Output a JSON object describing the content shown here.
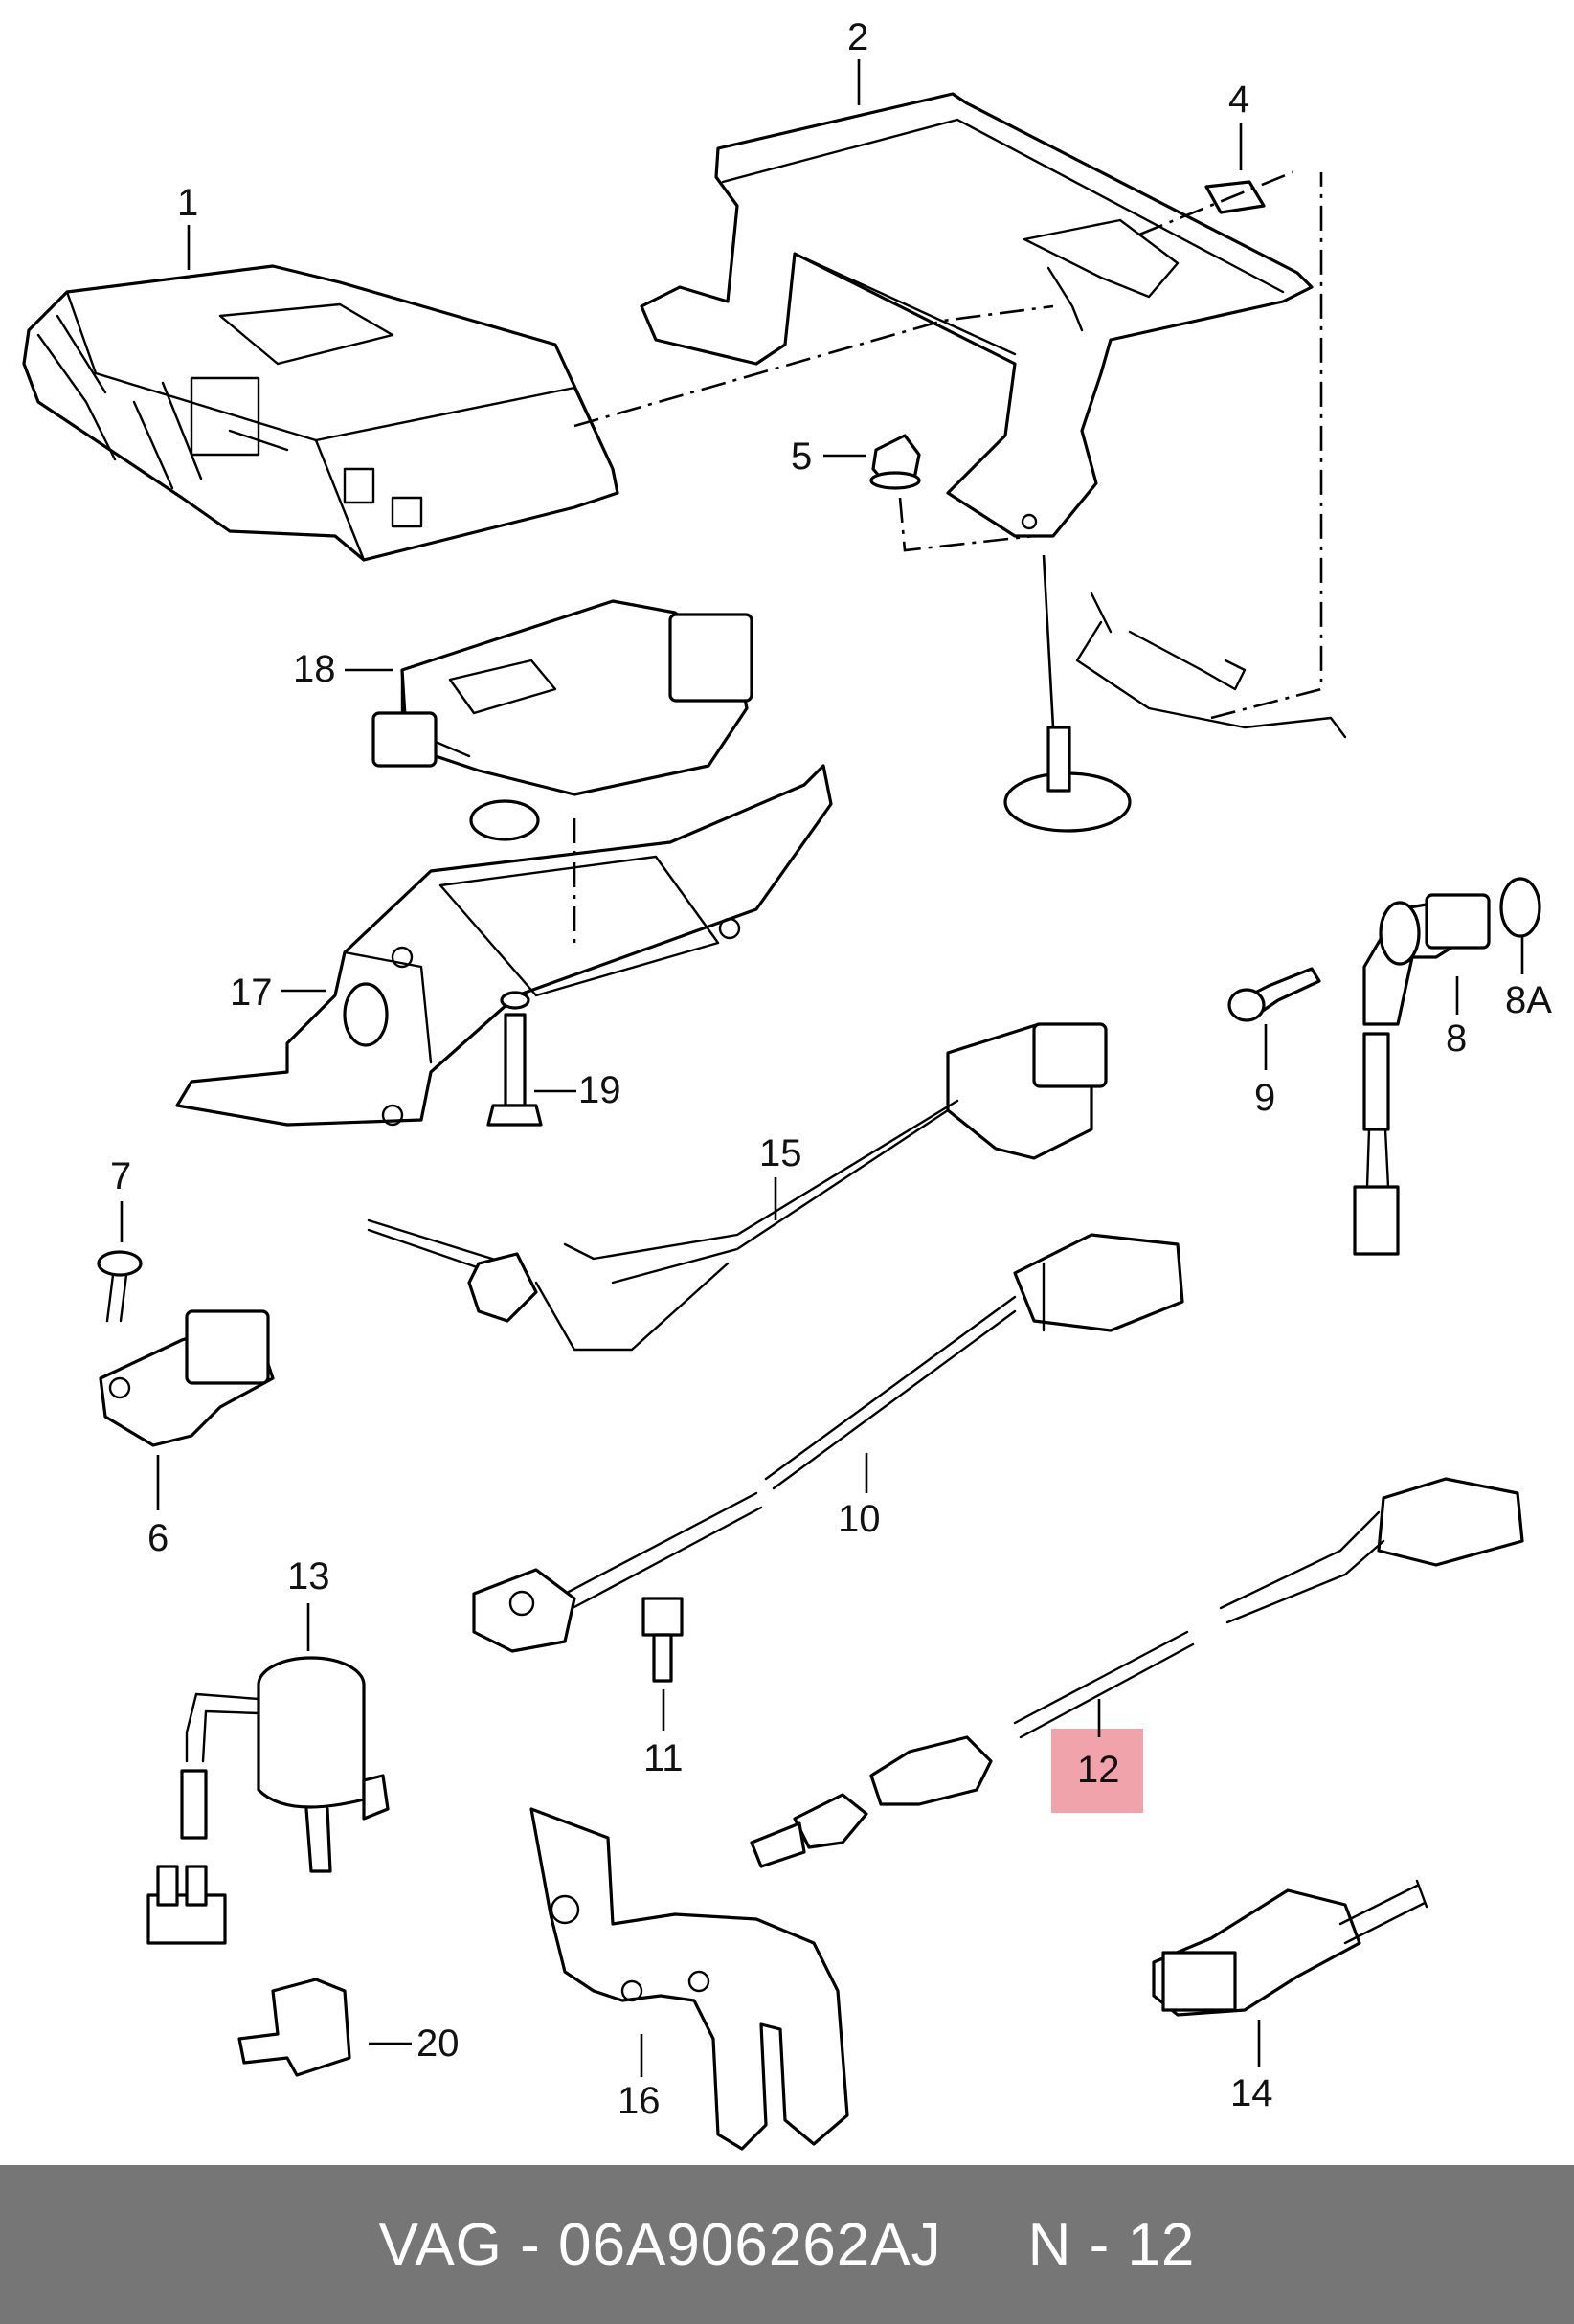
{
  "diagram": {
    "callouts": {
      "c1": "1",
      "c2": "2",
      "c4": "4",
      "c5": "5",
      "c6": "6",
      "c7": "7",
      "c8": "8",
      "c8a": "8A",
      "c9": "9",
      "c10": "10",
      "c11": "11",
      "c12": "12",
      "c13": "13",
      "c14": "14",
      "c15": "15",
      "c16": "16",
      "c17": "17",
      "c18": "18",
      "c19": "19",
      "c20": "20"
    },
    "highlighted_callout": "12",
    "highlight_color": "#f1a3ab"
  },
  "footer": {
    "part_number": "VAG - 06A906262AJ",
    "position": "N - 12",
    "background": "#767676"
  }
}
